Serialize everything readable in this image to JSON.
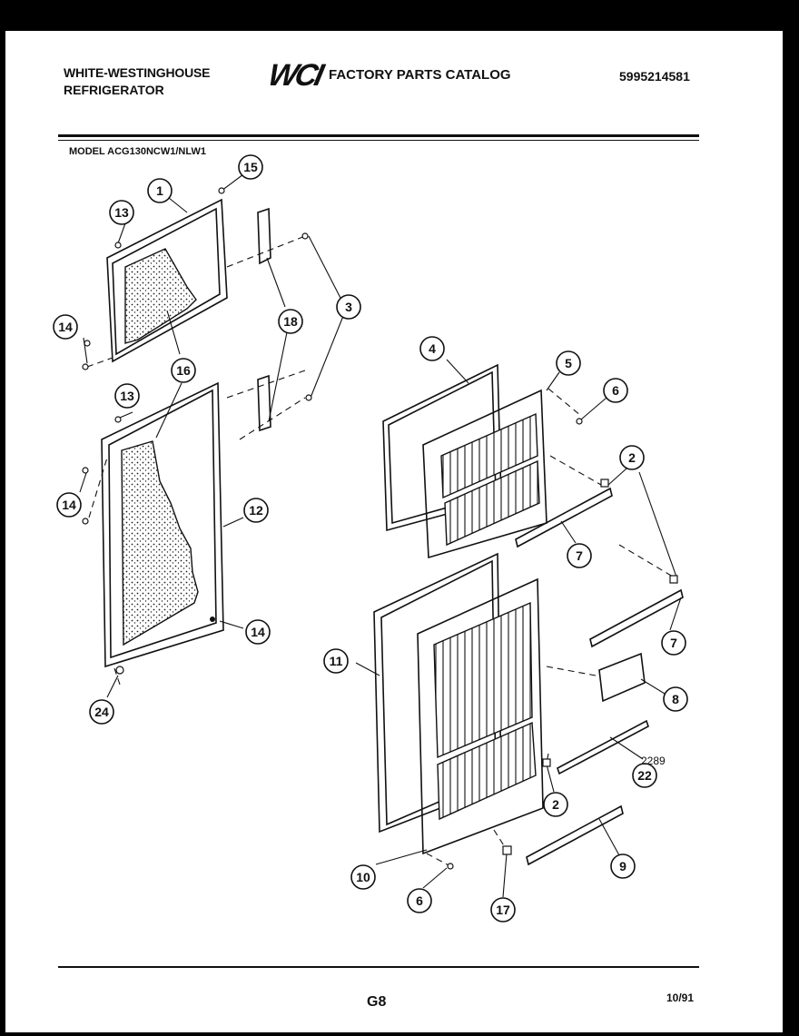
{
  "header": {
    "brand_line1": "WHITE-WESTINGHOUSE",
    "brand_line2": "REFRIGERATOR",
    "logo_text": "WCI",
    "catalog_title": "FACTORY PARTS CATALOG",
    "part_number": "5995214581"
  },
  "model_label": "MODEL ACG130NCW1/NLW1",
  "callouts": [
    "1",
    "15",
    "13",
    "3",
    "18",
    "14",
    "16",
    "13",
    "14",
    "12",
    "14",
    "24",
    "4",
    "5",
    "6",
    "2",
    "7",
    "7",
    "11",
    "8",
    "22",
    "2",
    "10",
    "6",
    "17",
    "9"
  ],
  "footer": {
    "diagram_number": "2289",
    "page_number": "G8",
    "date": "10/91"
  }
}
